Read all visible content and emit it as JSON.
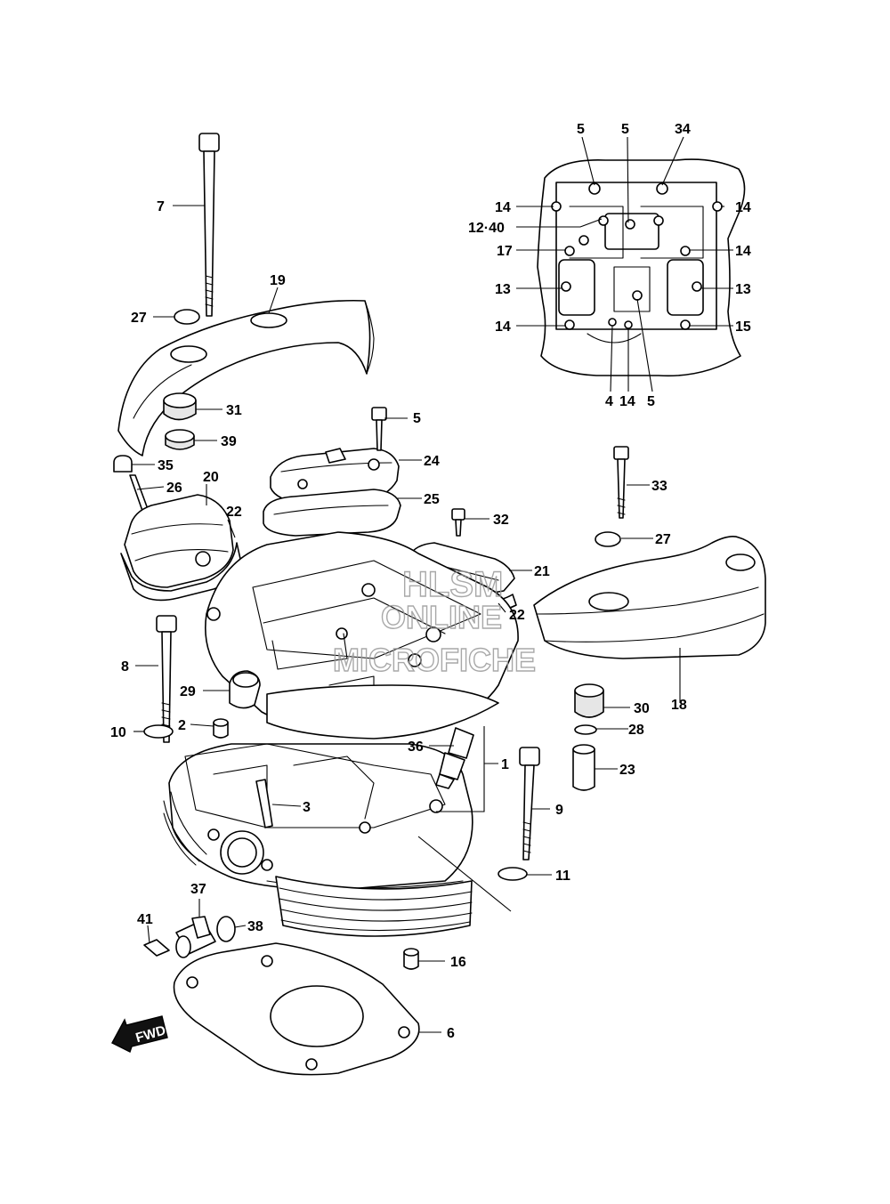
{
  "watermark": {
    "line1": "HLSM",
    "line2": "ONLINE",
    "line3": "MICROFICHE"
  },
  "fwd_label": "FWD",
  "callouts": {
    "c1": "1",
    "c2": "2",
    "c3": "3",
    "c4": "4",
    "c5a": "5",
    "c5b": "5",
    "c5c": "5",
    "c5d": "5",
    "c6": "6",
    "c7": "7",
    "c8": "8",
    "c9": "9",
    "c10": "10",
    "c11": "11",
    "c12_40": "12·40",
    "c13a": "13",
    "c13b": "13",
    "c14a": "14",
    "c14b": "14",
    "c14c": "14",
    "c14d": "14",
    "c14e": "14",
    "c15": "15",
    "c16": "16",
    "c17": "17",
    "c18": "18",
    "c19": "19",
    "c20": "20",
    "c21": "21",
    "c22a": "22",
    "c22b": "22",
    "c23": "23",
    "c24": "24",
    "c25": "25",
    "c26": "26",
    "c27a": "27",
    "c27b": "27",
    "c28": "28",
    "c29": "29",
    "c30": "30",
    "c31": "31",
    "c32": "32",
    "c33": "33",
    "c34": "34",
    "c35": "35",
    "c36": "36",
    "c37": "37",
    "c38": "38",
    "c39": "39",
    "c41": "41"
  }
}
